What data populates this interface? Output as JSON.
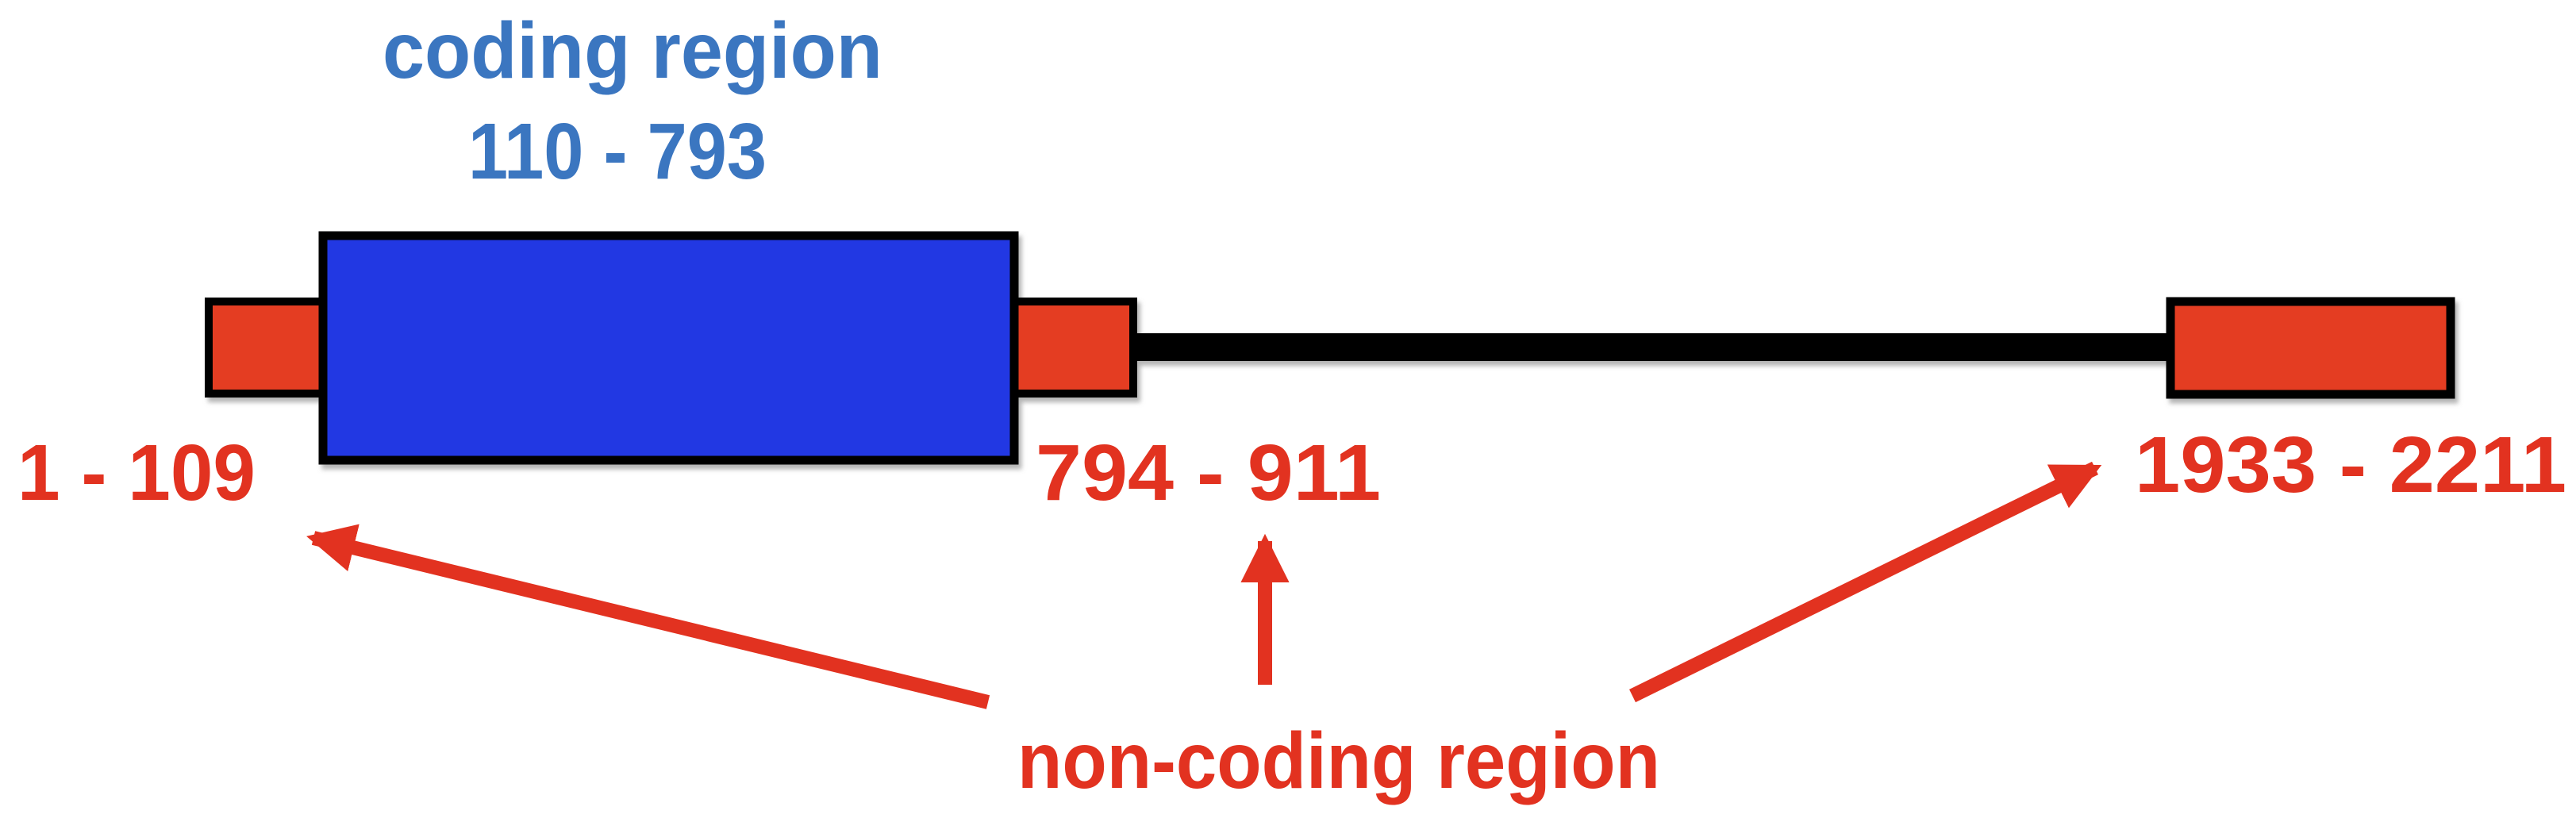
{
  "diagram": {
    "coding": {
      "label": "coding region",
      "range": "110 - 793"
    },
    "non_coding": {
      "label": "non-coding region",
      "segment1": "1 - 109",
      "segment2": "794 - 911",
      "segment3": "1933 - 2211"
    }
  },
  "colors": {
    "coding_fill": "#2337e3",
    "coding_text": "#3b76c0",
    "non_coding_fill": "#e43d20",
    "annotation_red": "#e23220",
    "backbone": "#000000"
  }
}
